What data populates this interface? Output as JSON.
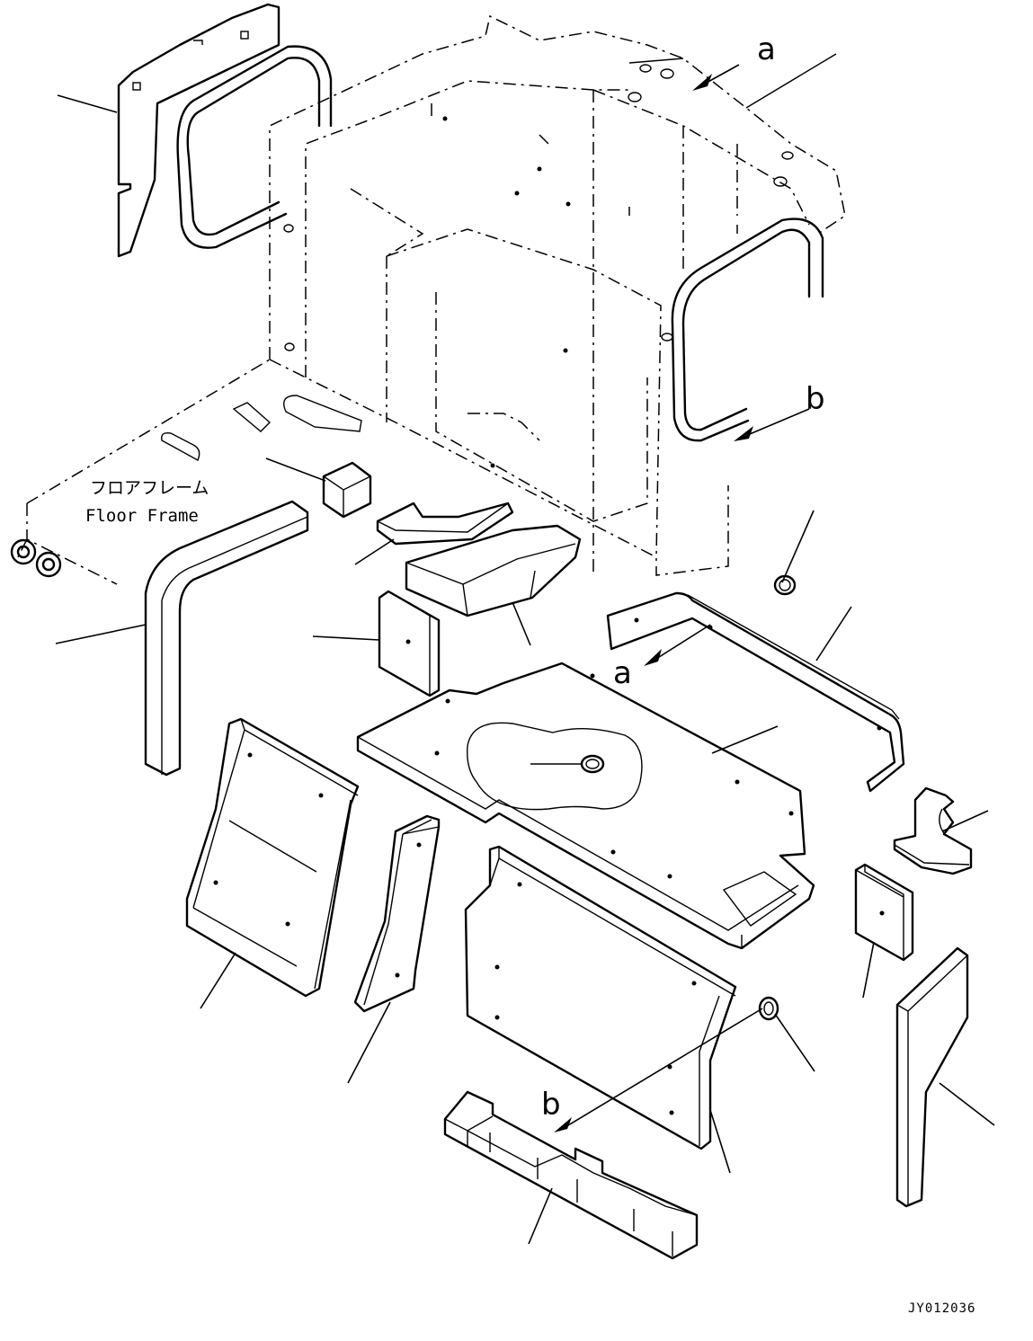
{
  "labels": {
    "floor_frame_jp": "フロアフレーム",
    "floor_frame_en": "Floor Frame"
  },
  "callouts": {
    "a_top": "a",
    "a_mid": "a",
    "b_right": "b",
    "b_bottom": "b"
  },
  "drawing_code": "JY012036"
}
